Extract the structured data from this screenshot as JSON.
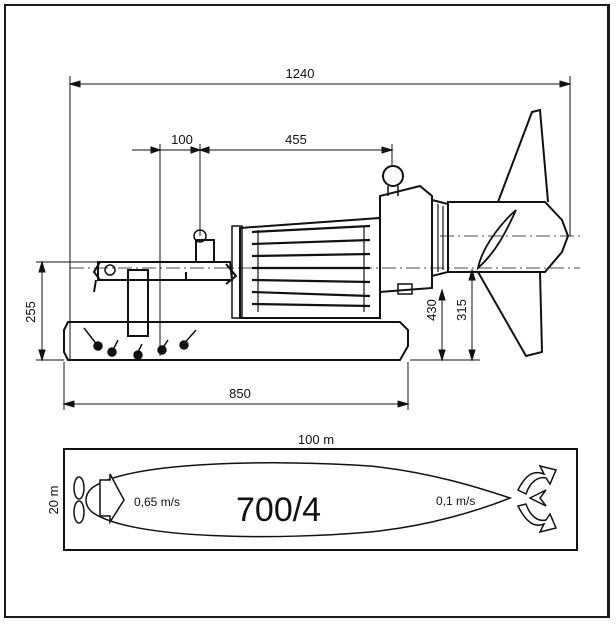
{
  "dimensions": {
    "overall_length": "1240",
    "offset_small": "100",
    "offset_large": "455",
    "base_length": "850",
    "height_left": "255",
    "height_motor": "430",
    "height_prop": "315"
  },
  "flow_diagram": {
    "tank_length": "100 m",
    "tank_width": "20 m",
    "speed_near": "0,65 m/s",
    "speed_far": "0,1 m/s",
    "model": "700/4"
  }
}
